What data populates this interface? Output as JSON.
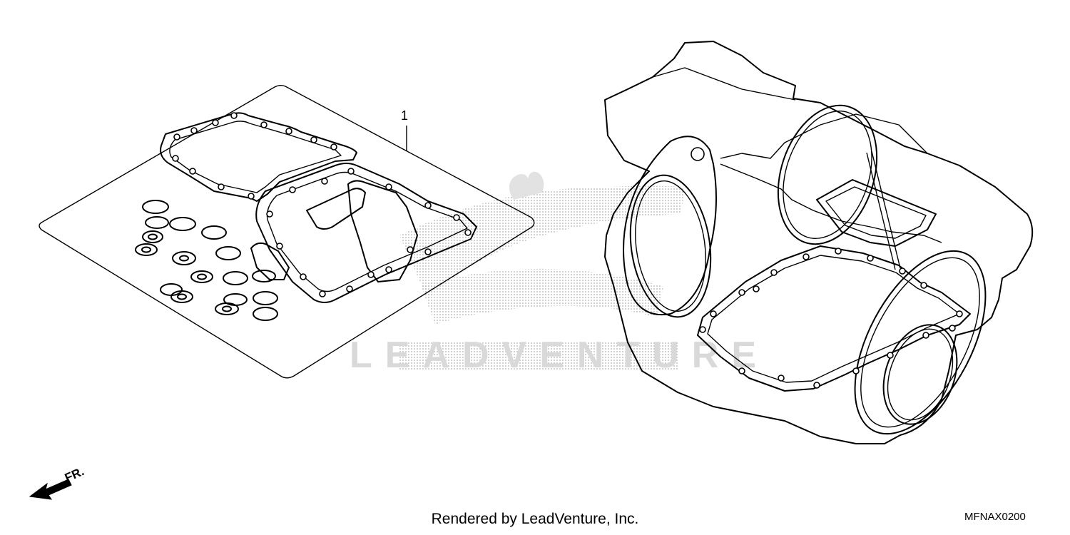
{
  "diagram": {
    "callouts": [
      {
        "label": "1"
      }
    ],
    "direction_marker": {
      "label": "FR."
    },
    "watermark": {
      "text": "LEADVENTURE"
    }
  },
  "footer": {
    "credit": "Rendered by LeadVenture, Inc.",
    "diagram_code": "MFNAX0200"
  }
}
